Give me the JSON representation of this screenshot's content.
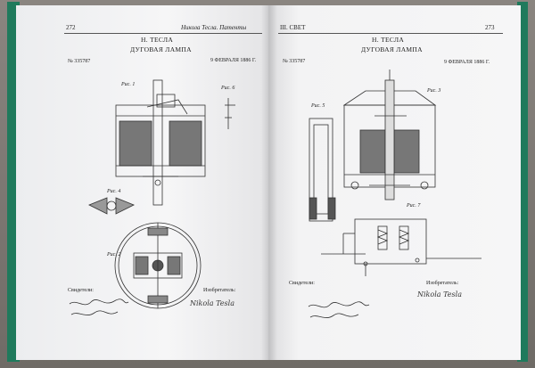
{
  "left_page": {
    "page_number": "272",
    "running_head": "Никола Тесла. Патенты",
    "inventor": "Н. ТЕСЛА",
    "patent_title": "ДУГОВАЯ ЛАМПА",
    "patent_number": "№ 335787",
    "date": "9 ФЕВРАЛЯ 1886 Г.",
    "figures": [
      "Рис. 1",
      "Рис. 6",
      "Рис. 4",
      "Рис. 2"
    ],
    "witnesses_label": "Свидетели:",
    "inventor_label": "Изобретатель:",
    "inventor_signature": "Nikola Tesla"
  },
  "right_page": {
    "page_number": "273",
    "running_head": "III. СВЕТ",
    "inventor": "Н. ТЕСЛА",
    "patent_title": "ДУГОВАЯ ЛАМПА",
    "patent_number": "№ 335787",
    "date": "9 ФЕВРАЛЯ 1886 Г.",
    "figures": [
      "Рис. 5",
      "Рис. 3",
      "Рис. 7"
    ],
    "witnesses_label": "Свидетели:",
    "inventor_label": "Изобретатель:",
    "inventor_signature": "Nikola Tesla"
  }
}
